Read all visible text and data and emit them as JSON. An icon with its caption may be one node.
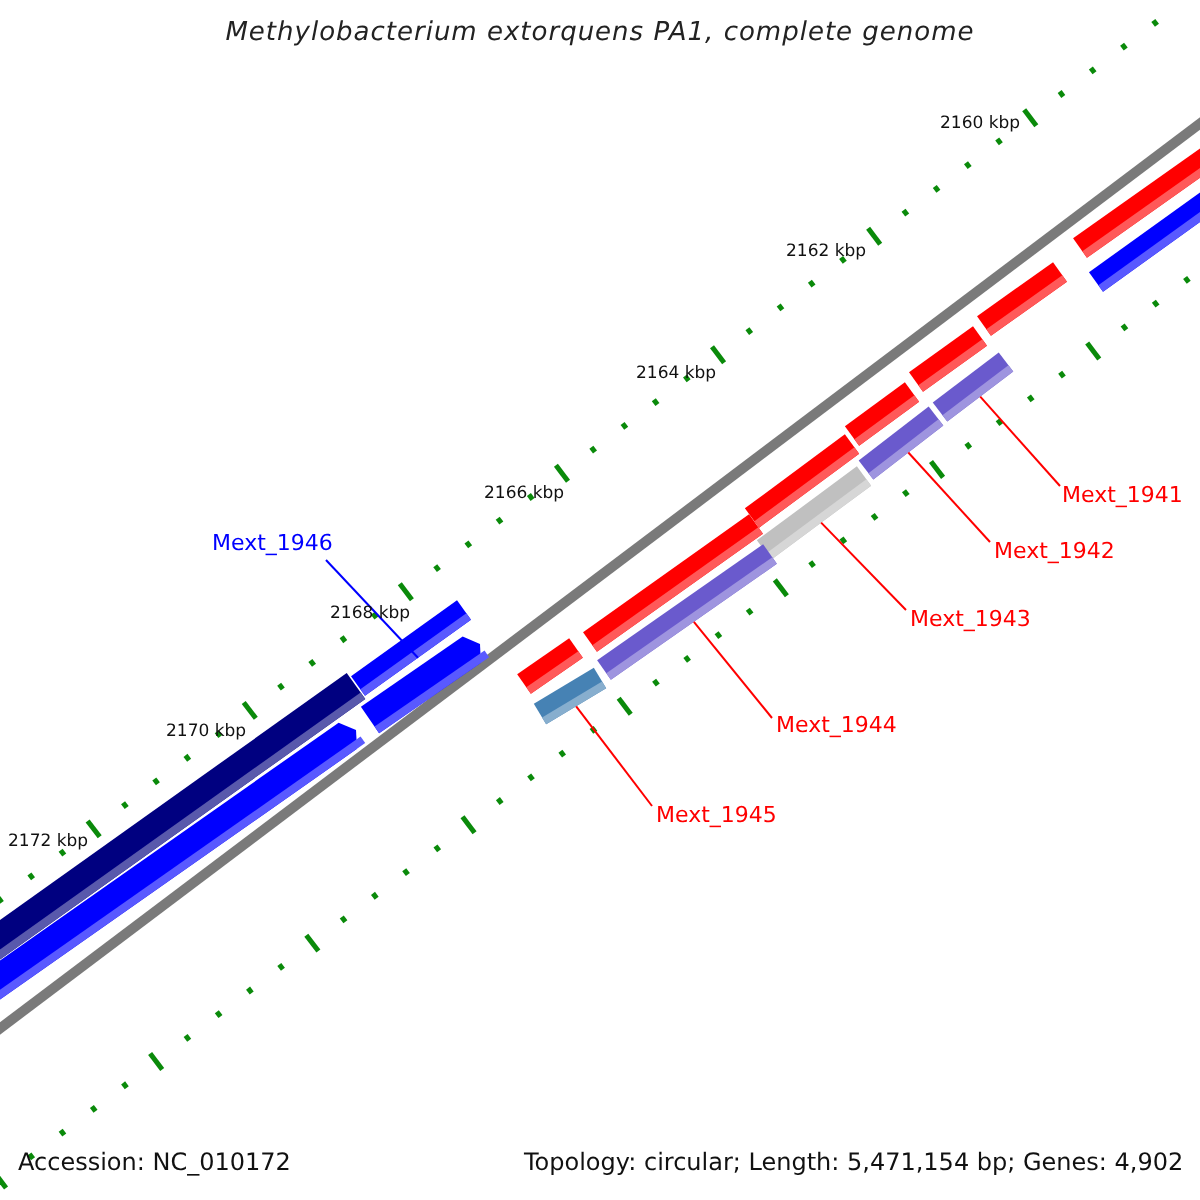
{
  "diagram": {
    "title": "Methylobacterium extorquens PA1, complete genome",
    "nodes": [
      {
        "text": [
          "Mext_1941"
        ]
      },
      {
        "text": [
          "Mext_1942"
        ]
      },
      {
        "text": [
          "Mext_1943"
        ]
      },
      {
        "text": [
          "Mext_1944"
        ]
      },
      {
        "text": [
          "Mext_1945"
        ]
      },
      {
        "text": [
          "Mext_1946"
        ]
      },
      {
        "text": [],
        "shape": "bar"
      },
      {
        "text": [],
        "shape": "bar"
      },
      {
        "text": [],
        "shape": "bar"
      },
      {
        "text": [],
        "shape": "bar"
      },
      {
        "text": [],
        "shape": "bar"
      },
      {
        "text": [],
        "shape": "bar"
      }
    ],
    "edges": [
      {
        "from": 0,
        "to": 6,
        "arrow": "none"
      },
      {
        "from": 1,
        "to": 7,
        "arrow": "none"
      },
      {
        "from": 2,
        "to": 8,
        "arrow": "none"
      },
      {
        "from": 3,
        "to": 9,
        "arrow": "none"
      },
      {
        "from": 4,
        "to": 10,
        "arrow": "none"
      },
      {
        "from": 5,
        "to": 11,
        "arrow": "none",
        "color": "#0000ff"
      }
    ],
    "labels": [
      "2160 kbp",
      "2162 kbp",
      "2164 kbp",
      "2166 kbp",
      "2168 kbp",
      "2170 kbp",
      "2172 kbp",
      "Accession: NC_010172",
      "Topology: circular; Length: 5,471,154 bp; Genes: 4,902"
    ]
  }
}
